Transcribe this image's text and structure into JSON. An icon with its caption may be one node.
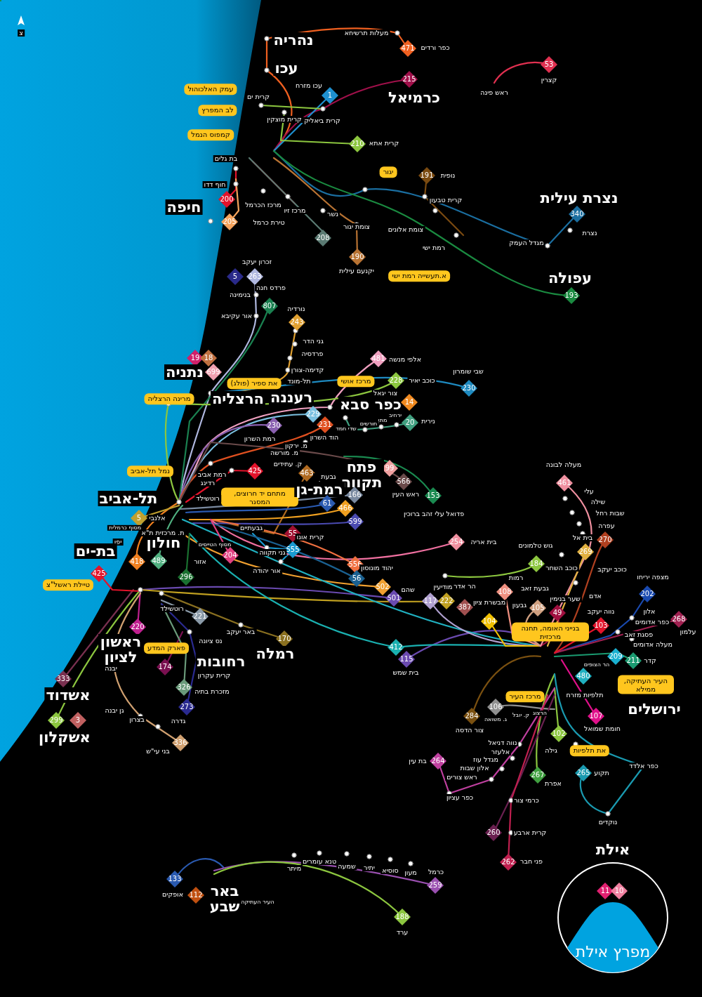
{
  "diagram": {
    "labels": [
      "נהריה",
      "עכו",
      "מעלות תרשיחא",
      "471",
      "כפר ורדים",
      "215",
      "כרמיאל",
      "עכו מזרח",
      "1",
      "עמק האלכוהול",
      "קרית ים",
      "לב המפרץ",
      "קרית מוצקין",
      "קרית ביאליק",
      "קמפוס הנמל",
      "210",
      "קרית אתא",
      "בת גלים",
      "חוף דדו",
      "200",
      "חיפה",
      "מרכז הכרמל",
      "מרכז זיו",
      "205",
      "טירת כרמל",
      "208",
      "יגור",
      "נשר",
      "צומת יגור",
      "190",
      "יקנעם עילית",
      "191",
      "נופית",
      "קרית טבעון",
      "צומת אלונים",
      "רמת ישי",
      "א.תעשייה רמת ישי",
      "נצרת עילית",
      "340",
      "נצרת",
      "מגדל העמק",
      "עפולה",
      "193",
      "53",
      "קצרין",
      "ראש פינה",
      "זכרון יעקב",
      "5",
      "263",
      "בנימינה",
      "פרדס חנה",
      "807",
      "אור עקיבא",
      "נורדיה",
      "243",
      "גני הדר",
      "פרדסיה",
      "קדימה-צורן",
      "תל-מונד",
      "19",
      "18",
      "נתניה",
      "699",
      "את ספיר (פולג)",
      "481",
      "אלפי מנשה",
      "מרכז אושי",
      "228",
      "כוכב יאיר",
      "שבי שומרון",
      "230",
      "מרינה הרצליה",
      "הרצליה",
      "רעננה",
      "כפר סבא",
      "צור יגאל",
      "14",
      "229",
      "230",
      "רמת השרון",
      "231",
      "הוד השרון",
      "מ. ירקון",
      "20",
      "נירית",
      "ירחיב",
      "מתן",
      "חורשים",
      "שדי חמד",
      "מ. מורשה",
      "ק. עתידים",
      "רמת אביב",
      "425",
      "463",
      "גבעת שמואל",
      "99",
      "פתח תקווה",
      "566",
      "ראש העין",
      "153",
      "פדואל עלי זהב ברוכין",
      "נמל תל-אביב",
      "רדינג",
      "תל-אביב",
      "מתחם יד חרוצים, המסגר",
      "רמת-גן",
      "166",
      "61",
      "466",
      "599",
      "רוטשילד",
      "5",
      "אלנבי",
      "מסוף כרמלית",
      "ת. מרכזית ת\"א",
      "גבעתיים",
      "55",
      "קרית אונו",
      "555",
      "גני תקווה",
      "אור יהודה",
      "יפו",
      "בת-ים",
      "חולון",
      "418",
      "489",
      "מסוף הטייסים",
      "204",
      "אזור",
      "296",
      "425",
      "טיילת ראשל\"צ",
      "221",
      "רוטשילד",
      "220",
      "באר יעקב",
      "170",
      "רמלה",
      "ראשון לציון",
      "נס ציונה",
      "פארק המדע",
      "רחובות",
      "174",
      "יבנה",
      "קרית עקרון",
      "326",
      "מזכרת בתיה",
      "333",
      "אשדוד",
      "299",
      "3",
      "גן יבנה",
      "בצרון",
      "273",
      "גדרה",
      "אשקלון",
      "336",
      "בני עי\"ש",
      "254",
      "בית אריה",
      "556",
      "יהוד מונוסון",
      "56",
      "גוש טלמונים",
      "184",
      "502",
      "שהם",
      "501",
      "מודיעין",
      "117",
      "222",
      "הר אדר",
      "387",
      "מבשרת ציון",
      "104",
      "רמות",
      "108",
      "גבעת זאב",
      "גבעון",
      "105",
      "שער בנימין",
      "49",
      "בנייני האומה, תחנה מרכזית",
      "מעלה לבונה",
      "461",
      "עלי",
      "שילה",
      "שבות רחל",
      "עפרה",
      "בית אל",
      "270",
      "269",
      "כוכב השחר",
      "כוכב יעקב",
      "מצפה יריחו",
      "אדם",
      "202",
      "נווה יעקב",
      "אלון",
      "268",
      "כפר אדומים",
      "עלמון",
      "103",
      "פסגת זאב",
      "מעלה אדומים",
      "209",
      "211",
      "קדר",
      "הר הצופים",
      "412",
      "115",
      "בית שמש",
      "480",
      "העיר העתיקה, ממילא",
      "תלפיות מזרח",
      "ירושלים",
      "מרכז העיר",
      "106",
      "ק. יובל",
      "הרצוג",
      "ג. משואה",
      "284",
      "צור הדסה",
      "107",
      "חומת שמואל",
      "102",
      "את תלפיות",
      "נווה דניאל",
      "אלעזר",
      "גילה",
      "מגדל עוז",
      "אלון שבות",
      "בת עין",
      "264",
      "ראש צורים",
      "267",
      "אפרת",
      "265",
      "תקוע",
      "כפר אלדד",
      "כפר עציון",
      "כרמי צור",
      "נוקדים",
      "260",
      "קרית ארבע",
      "262",
      "פני חבר",
      "אילת",
      "11",
      "10",
      "מפרץ אילת",
      "133",
      "אופקים",
      "112",
      "באר שבע",
      "העיר העתיקה",
      "מיתר",
      "טנא עומרים",
      "שמעה",
      "יתיר",
      "סוסיא",
      "מעון",
      "כרמל",
      "259",
      "188",
      "ערד",
      "צ"
    ]
  }
}
